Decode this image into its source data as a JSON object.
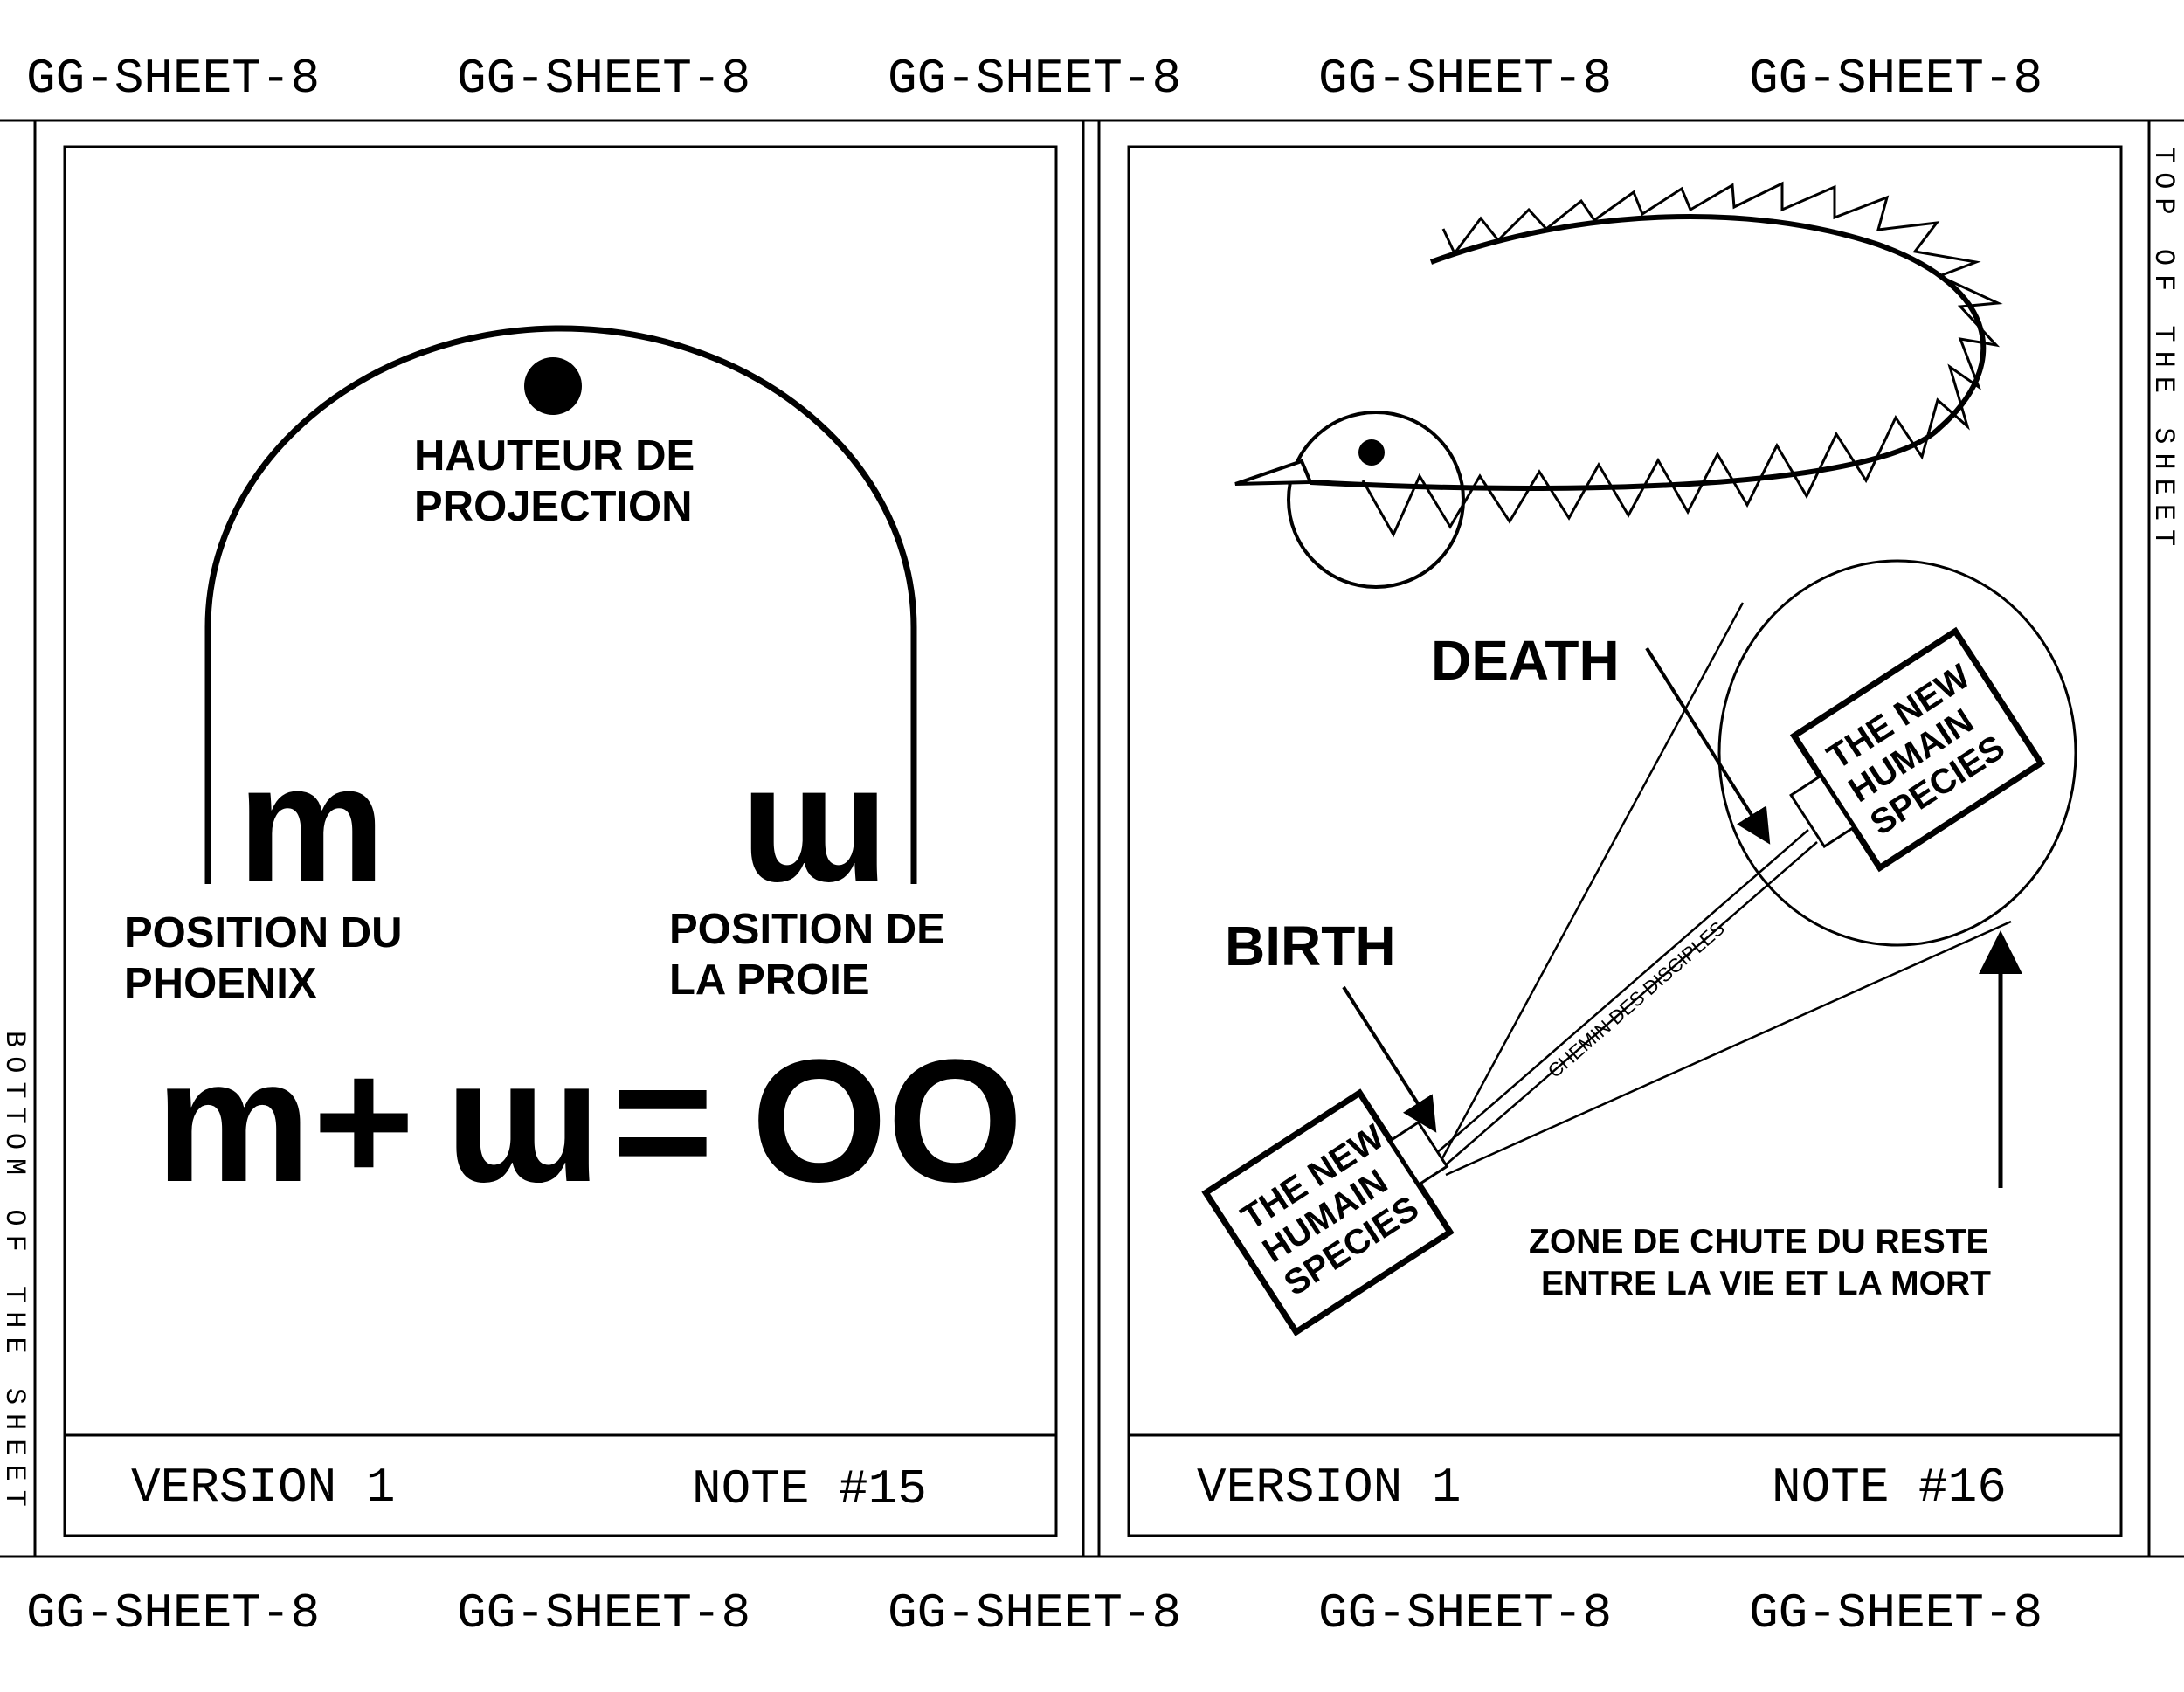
{
  "sheet": {
    "id_label": "GG-SHEET-8",
    "top_side_label": "TOP OF THE SHEET",
    "bottom_side_label": "BOTTOM OF THE SHEET"
  },
  "left_panel": {
    "height_label_line1": "HAUTEUR DE",
    "height_label_line2": "PROJECTION",
    "symbol_m": "m",
    "symbol_w": "ɯ",
    "phoenix_label_line1": "POSITION DU",
    "phoenix_label_line2": "PHOENIX",
    "prey_label_line1": "POSITION DE",
    "prey_label_line2": "LA PROIE",
    "equation": {
      "term_m": "m",
      "plus": "+",
      "term_w": "ɯ",
      "equals": "=",
      "result": "OO"
    },
    "version": "VERSION 1",
    "note": "NOTE #15"
  },
  "right_panel": {
    "death_label": "DEATH",
    "birth_label": "BIRTH",
    "species_box_line1": "THE NEW",
    "species_box_line2": "HUMAIN",
    "species_box_line3": "SPECIES",
    "path_label": "CHEMIN DES DISCIPLES",
    "zone_label_line1": "ZONE DE CHUTE DU RESTE",
    "zone_label_line2": "ENTRE LA VIE ET LA MORT",
    "version": "VERSION 1",
    "note": "NOTE #16"
  }
}
